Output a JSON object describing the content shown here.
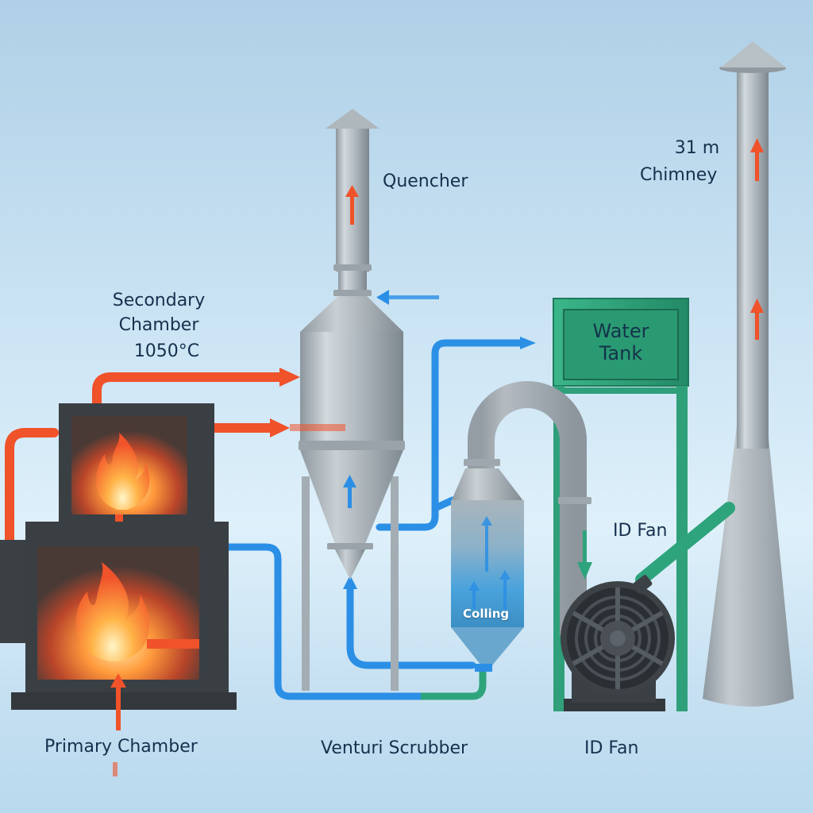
{
  "title": "Incinerator flue gas treatment process",
  "labels": {
    "quencher": "Quencher",
    "chimney_height": "31 m",
    "chimney": "Chimney",
    "secondary_line1": "Secondary",
    "secondary_line2": "Chamber",
    "secondary_temp": "1050°C",
    "water_tank_line1": "Water",
    "water_tank_line2": "Tank",
    "id_fan_upper": "ID Fan",
    "cooling": "Colling",
    "primary_chamber": "Primary Chamber",
    "venturi_scrubber": "Venturi Scrubber",
    "id_fan_bottom": "ID Fan"
  },
  "components": [
    {
      "id": "primary-chamber",
      "name": "Primary Chamber"
    },
    {
      "id": "secondary-chamber",
      "name": "Secondary Chamber",
      "temperature": "1050°C"
    },
    {
      "id": "quencher",
      "name": "Quencher"
    },
    {
      "id": "venturi-scrubber",
      "name": "Venturi Scrubber"
    },
    {
      "id": "cooling-vessel",
      "name": "Colling"
    },
    {
      "id": "water-tank",
      "name": "Water Tank"
    },
    {
      "id": "id-fan",
      "name": "ID Fan"
    },
    {
      "id": "chimney",
      "name": "Chimney",
      "height": "31 m"
    }
  ],
  "colors": {
    "hot_flow": "#f0522a",
    "water_flow": "#2b8fe6",
    "tank_green": "#2fa07a",
    "steel": "#a9b2b8",
    "furnace": "#3b4045",
    "text": "#16304d"
  }
}
